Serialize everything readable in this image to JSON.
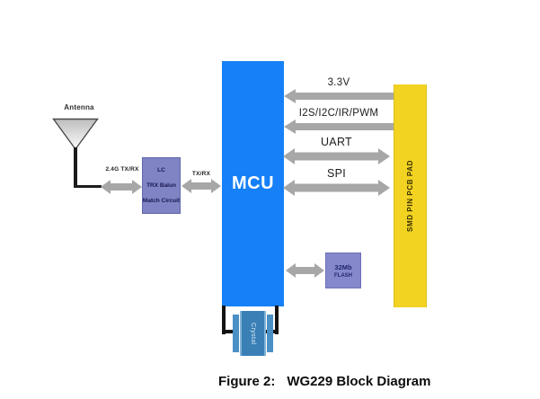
{
  "figure": {
    "caption_prefix": "Figure 2:",
    "caption_title": "WG229 Block Diagram"
  },
  "blocks": {
    "antenna": {
      "label": "Antenna"
    },
    "balun": {
      "line1": "LC",
      "line2": "TRX Balun",
      "line3": "Match Circuit"
    },
    "mcu": {
      "label": "MCU"
    },
    "pcb_pad": {
      "label": "SMD PIN PCB PAD"
    },
    "flash": {
      "line1": "32Mb",
      "line2": "FLASH"
    },
    "crystal": {
      "label": "Crystal"
    }
  },
  "connections": {
    "antenna_balun": {
      "label": "2.4G TX/RX",
      "direction": "bidirectional"
    },
    "balun_mcu": {
      "label": "TX/RX",
      "direction": "bidirectional"
    },
    "power": {
      "label": "3.3V",
      "direction": "pad-to-mcu"
    },
    "peripherals": {
      "label": "I2S/I2C/IR/PWM",
      "direction": "pad-to-mcu"
    },
    "uart": {
      "label": "UART",
      "direction": "bidirectional"
    },
    "spi": {
      "label": "SPI",
      "direction": "bidirectional"
    },
    "mcu_flash": {
      "label": "",
      "direction": "bidirectional"
    }
  },
  "colors": {
    "mcu_blue": "#1580f7",
    "balun_purple": "#8084c4",
    "flash_purple": "#8588ca",
    "pad_yellow": "#f2d322",
    "arrow_gray": "#a7a7a7",
    "crystal_blue": "#3a80b6",
    "bracket_black": "#141414"
  }
}
